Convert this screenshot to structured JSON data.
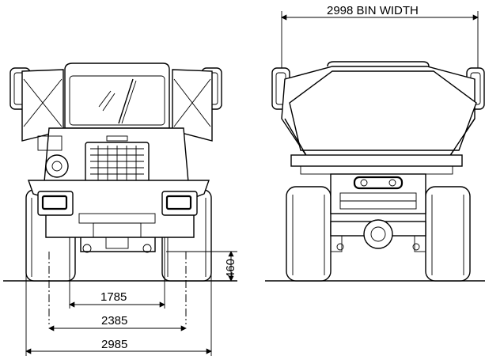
{
  "dimensions": {
    "bin_width_label": "2998 BIN WIDTH",
    "inner_track": "1785",
    "outer_track": "2385",
    "overall_width": "2985",
    "ground_clearance": "460"
  },
  "views": {
    "left": "front-view",
    "right": "rear-view"
  }
}
